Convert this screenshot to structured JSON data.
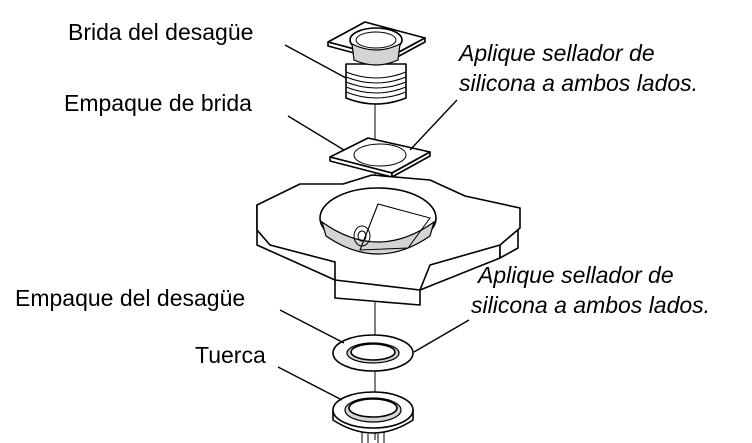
{
  "labels": {
    "drain_flange": "Brida del desagüe",
    "flange_gasket": "Empaque de brida",
    "drain_gasket": "Empaque del desagüe",
    "nut": "Tuerca"
  },
  "notes": {
    "sealant_upper_line1": "Aplique sellador de",
    "sealant_upper_line2": "silicona a ambos lados.",
    "sealant_lower_line1": "Aplique sellador de",
    "sealant_lower_line2": "silicona a ambos lados."
  },
  "colors": {
    "line": "#000000",
    "background": "#ffffff",
    "shade": "#d4d4d4"
  }
}
